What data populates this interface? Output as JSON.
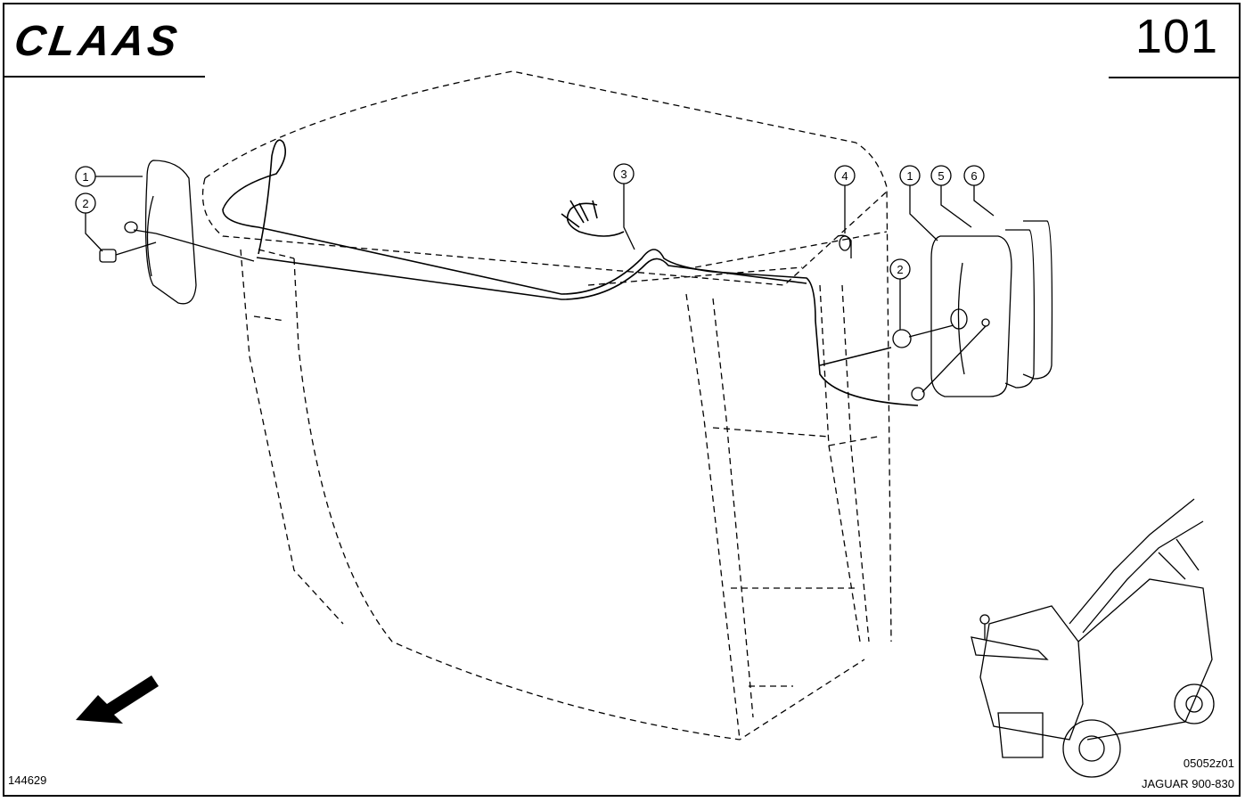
{
  "header": {
    "brand": "CLAAS",
    "page_number": "101"
  },
  "callouts": [
    {
      "id": "c1-left",
      "label": "1"
    },
    {
      "id": "c2-left",
      "label": "2"
    },
    {
      "id": "c3",
      "label": "3"
    },
    {
      "id": "c4",
      "label": "4"
    },
    {
      "id": "c1-right",
      "label": "1"
    },
    {
      "id": "c5",
      "label": "5"
    },
    {
      "id": "c6",
      "label": "6"
    },
    {
      "id": "c2-right",
      "label": "2"
    }
  ],
  "footer": {
    "drawing_id": "144629",
    "ref_code": "05052z01",
    "model": "JAGUAR 900-830"
  }
}
